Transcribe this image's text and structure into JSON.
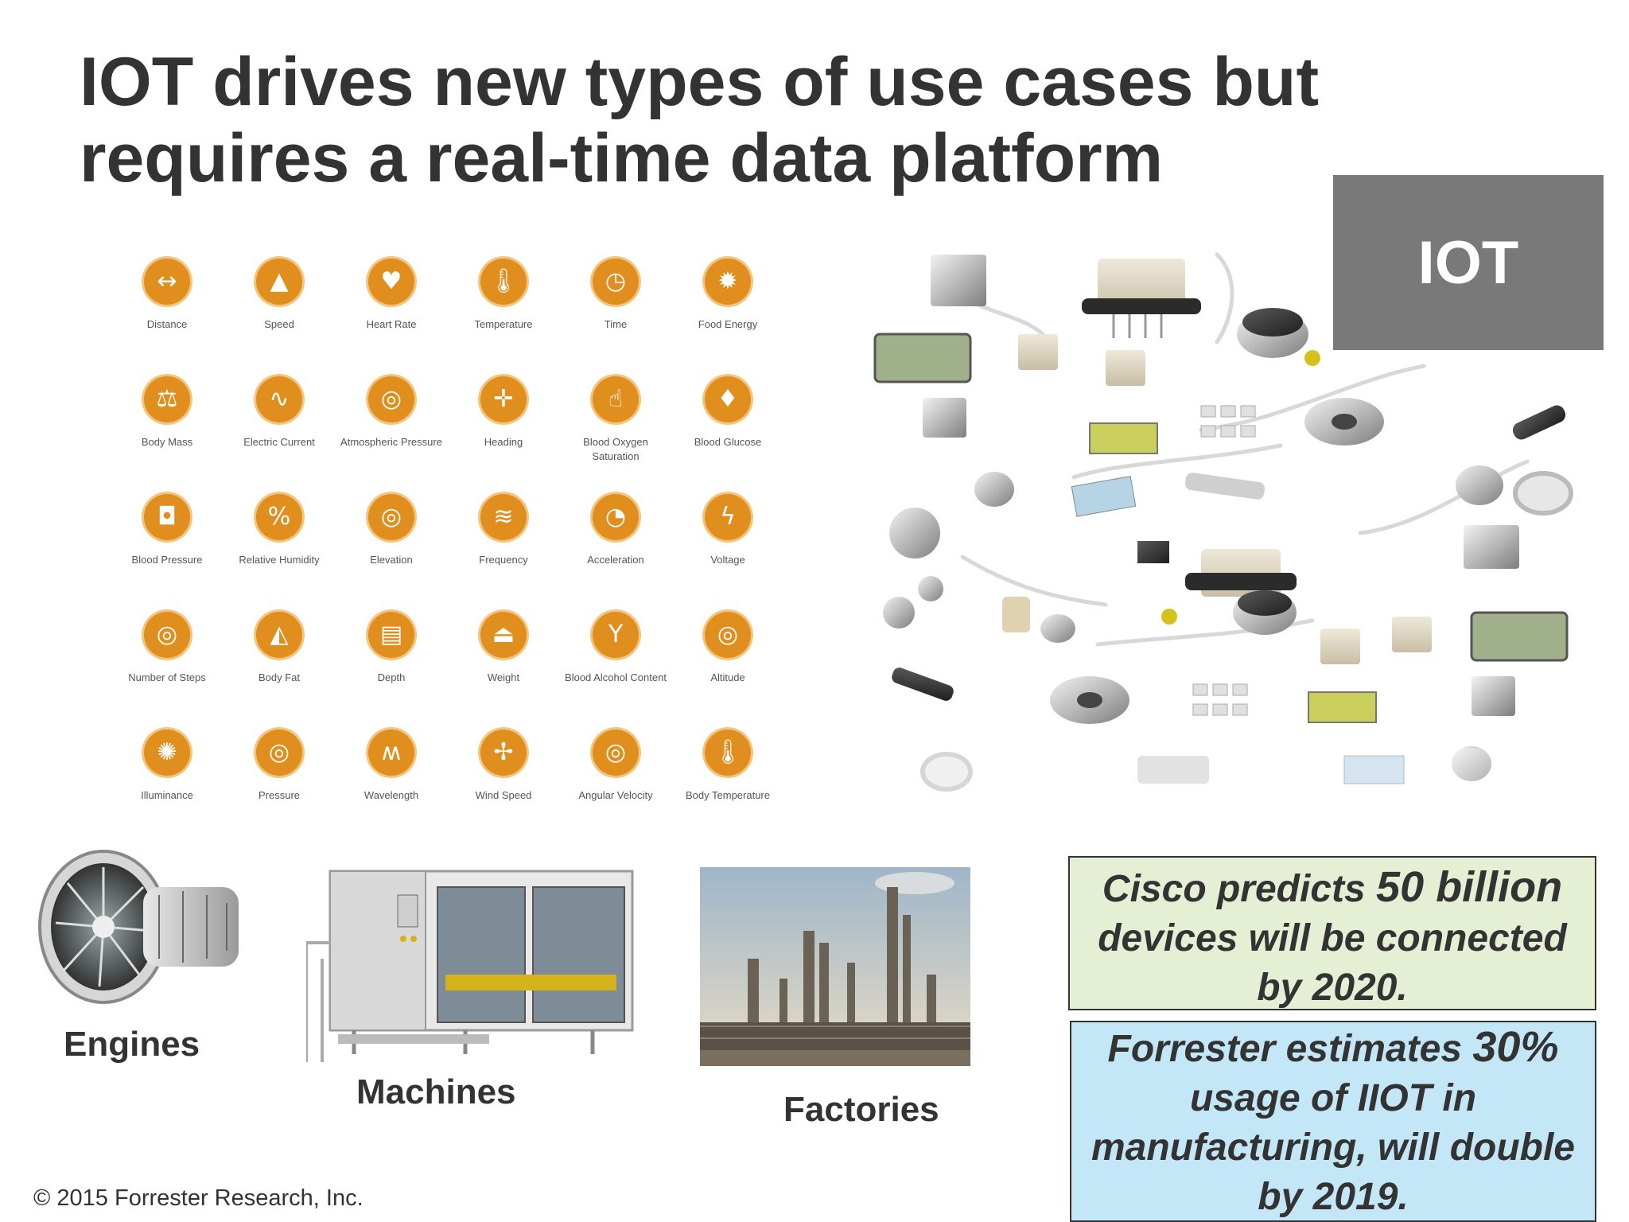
{
  "title": {
    "line1": "IOT drives new types of use cases but",
    "line2": "requires a real-time data platform"
  },
  "sensor_icons": [
    {
      "label": "Distance",
      "icon": "arrows-icon",
      "glyph": "↔"
    },
    {
      "label": "Speed",
      "icon": "road-icon",
      "glyph": "▲"
    },
    {
      "label": "Heart Rate",
      "icon": "heart-icon",
      "glyph": "♥"
    },
    {
      "label": "Temperature",
      "icon": "thermometer-icon",
      "glyph": "🌡"
    },
    {
      "label": "Time",
      "icon": "clock-icon",
      "glyph": "◷"
    },
    {
      "label": "Food Energy",
      "icon": "gear-icon",
      "glyph": "✹"
    },
    {
      "label": "Body Mass",
      "icon": "scale-icon",
      "glyph": "⚖"
    },
    {
      "label": "Electric Current",
      "icon": "waveform-icon",
      "glyph": "∿"
    },
    {
      "label": "Atmospheric Pressure",
      "icon": "gauge-icon",
      "glyph": "◎"
    },
    {
      "label": "Heading",
      "icon": "compass-icon",
      "glyph": "✛"
    },
    {
      "label": "Blood Oxygen Saturation",
      "icon": "finger-icon",
      "glyph": "☝"
    },
    {
      "label": "Blood Glucose",
      "icon": "drop-icon",
      "glyph": "♦"
    },
    {
      "label": "Blood Pressure",
      "icon": "cuff-icon",
      "glyph": "◘"
    },
    {
      "label": "Relative Humidity",
      "icon": "humidity-icon",
      "glyph": "%"
    },
    {
      "label": "Elevation",
      "icon": "gauge-icon",
      "glyph": "◎"
    },
    {
      "label": "Frequency",
      "icon": "wave-icon",
      "glyph": "≋"
    },
    {
      "label": "Acceleration",
      "icon": "speedometer-icon",
      "glyph": "◔"
    },
    {
      "label": "Voltage",
      "icon": "bolt-icon",
      "glyph": "ϟ"
    },
    {
      "label": "Number of Steps",
      "icon": "gauge-icon",
      "glyph": "◎"
    },
    {
      "label": "Body Fat",
      "icon": "triangle-icon",
      "glyph": "◭"
    },
    {
      "label": "Depth",
      "icon": "ruler-icon",
      "glyph": "▤"
    },
    {
      "label": "Weight",
      "icon": "weight-icon",
      "glyph": "⏏"
    },
    {
      "label": "Blood Alcohol Content",
      "icon": "cocktail-icon",
      "glyph": "Y"
    },
    {
      "label": "Altitude",
      "icon": "gauge-icon",
      "glyph": "◎"
    },
    {
      "label": "Illuminance",
      "icon": "bulb-icon",
      "glyph": "✺"
    },
    {
      "label": "Pressure",
      "icon": "gauge-icon",
      "glyph": "◎"
    },
    {
      "label": "Wavelength",
      "icon": "wavelength-icon",
      "glyph": "ʍ"
    },
    {
      "label": "Wind Speed",
      "icon": "windmill-icon",
      "glyph": "✢"
    },
    {
      "label": "Angular Velocity",
      "icon": "gauge-icon",
      "glyph": "◎"
    },
    {
      "label": "Body Temperature",
      "icon": "thermometer-icon",
      "glyph": "🌡"
    }
  ],
  "iot_badge": "IOT",
  "bottom_images": {
    "engines": "Engines",
    "machines": "Machines",
    "factories": "Factories"
  },
  "callouts": {
    "cisco": {
      "pre": "Cisco predicts ",
      "emph": "50 billion",
      "line2": "devices will be connected",
      "line3": "by 2020."
    },
    "forrester": {
      "pre": "Forrester estimates ",
      "emph": "30%",
      "line2": "usage of IIOT in",
      "line3": "manufacturing, will double",
      "line4": "by 2019."
    }
  },
  "copyright": "© 2015 Forrester Research, Inc.",
  "colors": {
    "icon_orange": "#e08f1e",
    "green_box": "#e4efd4",
    "blue_box": "#c4e7f7",
    "iot_box": "#6e6e6e"
  }
}
